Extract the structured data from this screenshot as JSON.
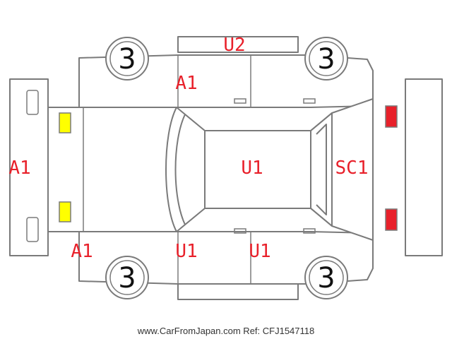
{
  "colors": {
    "outline": "#7a7a7a",
    "damage_text": "#e8202a",
    "headlight_fill": "#ffff00",
    "taillight_fill": "#e8202a"
  },
  "tires": {
    "front_left": "3",
    "rear_left": "3",
    "front_right": "3",
    "rear_right": "3"
  },
  "damage_marks": {
    "top_body": "U2",
    "front_left_fender": "A1",
    "front_bumper": "A1",
    "roof": "U1",
    "rear_hatch": "SC1",
    "front_right_fender": "A1",
    "front_right_door": "U1",
    "rear_right_door": "U1"
  },
  "footer": "www.CarFromJapan.com Ref: CFJ1547118"
}
